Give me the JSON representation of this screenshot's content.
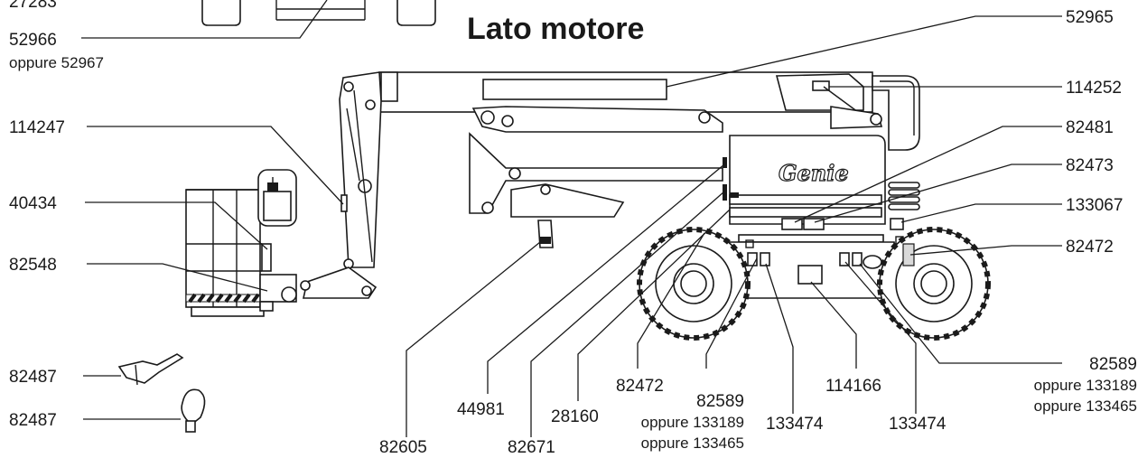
{
  "title": "Lato motore",
  "brand": "Genie",
  "callouts": {
    "c27283": "27283",
    "c52966": "52966",
    "c52966_alt": "oppure 52967",
    "c52965": "52965",
    "c114252": "114252",
    "c114247": "114247",
    "c82481": "82481",
    "c82473": "82473",
    "c40434": "40434",
    "c133067": "133067",
    "c82548": "82548",
    "c82472_right": "82472",
    "c82487_a": "82487",
    "c82487_b": "82487",
    "c82589_right": "82589",
    "c82589_right_alt1": "oppure 133189",
    "c82589_right_alt2": "oppure 133465",
    "c82472_bottom": "82472",
    "c82589_bottom": "82589",
    "c82589_bottom_alt1": "oppure 133189",
    "c82589_bottom_alt2": "oppure 133465",
    "c114166": "114166",
    "c44981": "44981",
    "c28160": "28160",
    "c133474_a": "133474",
    "c133474_b": "133474",
    "c82605": "82605",
    "c82671": "82671"
  }
}
